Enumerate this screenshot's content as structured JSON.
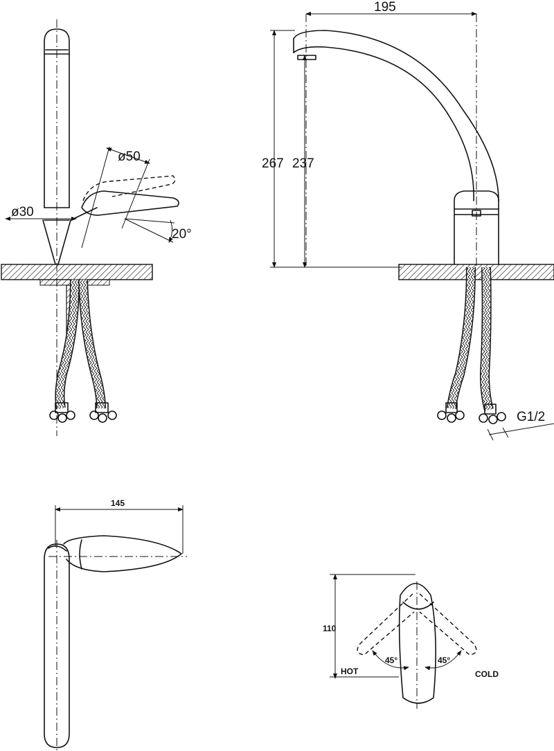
{
  "dimensions": {
    "spout_reach": "195",
    "total_height": "267",
    "spout_height": "237",
    "lever_diameter": "ø50",
    "body_diameter": "ø30",
    "lever_tilt": "20°",
    "connection": "G1/2",
    "plan_length": "145",
    "lever_depth": "110",
    "hot_angle": "45°",
    "cold_angle": "45°"
  },
  "labels": {
    "hot": "HOT",
    "cold": "COLD"
  }
}
